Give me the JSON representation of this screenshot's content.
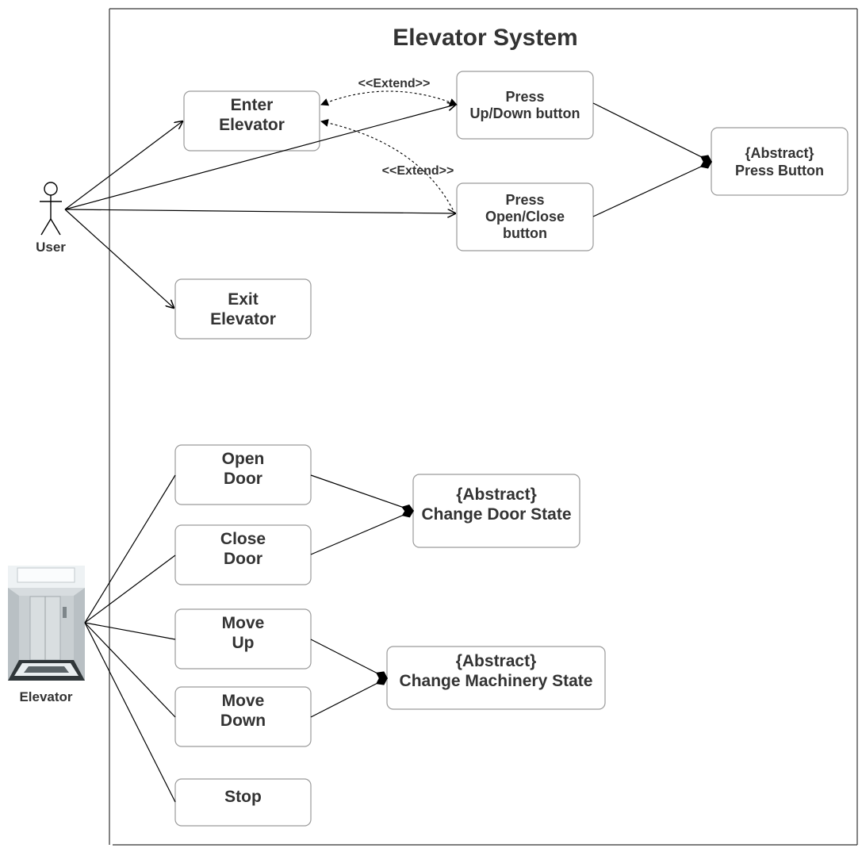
{
  "diagram": {
    "title": "Elevator System",
    "actors": {
      "user": {
        "label": "User",
        "icon": "stick-figure-icon"
      },
      "elevator": {
        "label": "Elevator",
        "icon": "elevator-cabin-icon"
      }
    },
    "use_cases": {
      "enter_elevator": "Enter\nElevator",
      "exit_elevator": "Exit\nElevator",
      "press_updown": "Press\nUp/Down button",
      "press_openclose": "Press\nOpen/Close\nbutton",
      "press_button": "{Abstract}\nPress Button",
      "open_door": "Open\nDoor",
      "close_door": "Close\nDoor",
      "move_up": "Move\nUp",
      "move_down": "Move\nDown",
      "stop": "Stop",
      "change_door_state": "{Abstract}\nChange Door State",
      "change_machinery_state": "{Abstract}\nChange Machinery State"
    },
    "extend_labels": [
      "<<Extend>>",
      "<<Extend>>"
    ],
    "colors": {
      "line": "#000000",
      "box_border": "#9a9a9a",
      "text": "#333333"
    }
  }
}
